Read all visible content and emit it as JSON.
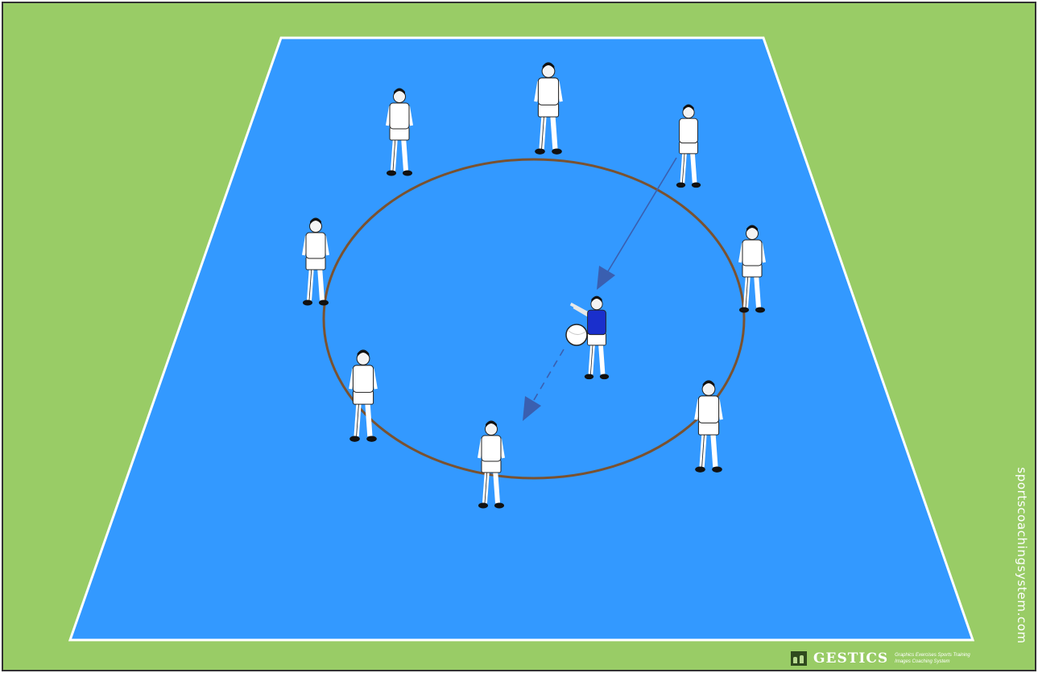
{
  "colors": {
    "grass": "#99cc66",
    "court": "#3399ff",
    "court_lines": "#ffffff",
    "circle": "#7a5230",
    "pass_arrow": "#3a5fb0",
    "player_kit": "#ffffff",
    "center_player_kit": "#1a2fcc"
  },
  "diagram": {
    "court_shape": "trapezoid",
    "players": [
      {
        "id": "top-center",
        "facing": "front",
        "kit": "white"
      },
      {
        "id": "top-left",
        "facing": "front",
        "kit": "white"
      },
      {
        "id": "top-right",
        "facing": "front",
        "kit": "white",
        "role": "passer"
      },
      {
        "id": "mid-left",
        "facing": "right",
        "kit": "white"
      },
      {
        "id": "mid-right",
        "facing": "left",
        "kit": "white"
      },
      {
        "id": "low-left",
        "facing": "back",
        "kit": "white"
      },
      {
        "id": "low-right",
        "facing": "back",
        "kit": "white"
      },
      {
        "id": "bottom",
        "facing": "front",
        "kit": "white",
        "role": "receiver"
      },
      {
        "id": "center",
        "facing": "left",
        "kit": "blue",
        "role": "setter"
      }
    ],
    "ball": "volleyball",
    "arrows": [
      {
        "from": "top-right",
        "to": "center",
        "style": "solid"
      },
      {
        "from": "center",
        "to": "bottom",
        "style": "dashed"
      }
    ]
  },
  "watermark": "sportscoachingsystem.com",
  "brand": {
    "logo": "gestics-logo-icon",
    "name": "GESTICS",
    "tagline_line1": "Graphics Exercises Sports Training",
    "tagline_line2": "Images Coaching System"
  }
}
